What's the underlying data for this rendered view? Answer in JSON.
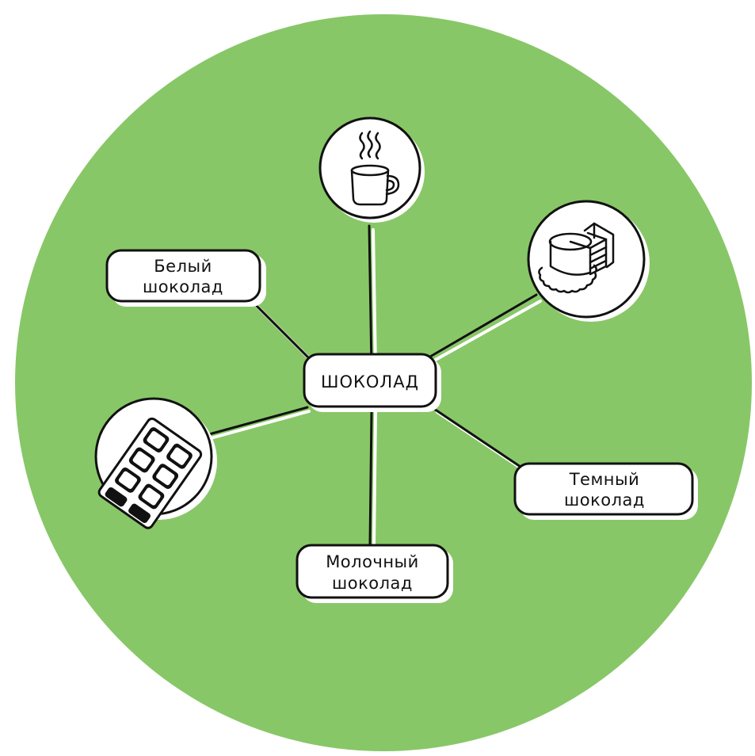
{
  "colors": {
    "background_circle": "#88c767",
    "node_fill": "#ffffff",
    "node_stroke": "#111111",
    "connector": "#111111",
    "connector_highlight": "#ffffff"
  },
  "center": {
    "label": "ШОКОЛАД"
  },
  "text_nodes": {
    "white": {
      "line1": "Белый",
      "line2": "шоколад"
    },
    "dark": {
      "line1": "Темный",
      "line2": "шоколад"
    },
    "milk": {
      "line1": "Молочный",
      "line2": "шоколад"
    }
  },
  "icon_nodes": [
    {
      "name": "hot-drink-icon"
    },
    {
      "name": "cake-icon"
    },
    {
      "name": "chocolate-bar-icon"
    }
  ]
}
